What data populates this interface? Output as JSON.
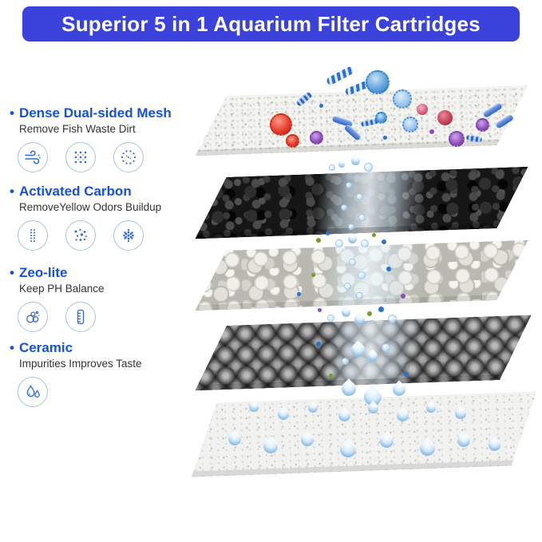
{
  "banner": {
    "title": "Superior 5 in 1 Aquarium Filter Cartridges"
  },
  "sections": [
    {
      "bullet": "•",
      "title": "Dense Dual-sided Mesh",
      "subtitle": "Remove Fish Waste Dirt",
      "icons": [
        "airflow-icon",
        "mesh-particles-icon",
        "dotted-circle-icon"
      ]
    },
    {
      "bullet": "•",
      "title": "Activated Carbon",
      "subtitle": "RemoveYellow  Odors  Buildup",
      "icons": [
        "carbon-column-icon",
        "dots-scatter-icon",
        "carbon-cluster-icon"
      ]
    },
    {
      "bullet": "•",
      "title": "Zeo-lite",
      "subtitle": "Keep PH Balance",
      "icons": [
        "bubbles-icon",
        "ph-scale-icon"
      ]
    },
    {
      "bullet": "•",
      "title": "Ceramic",
      "subtitle": "Impurities  Improves Taste",
      "icons": [
        "water-drops-icon"
      ]
    }
  ],
  "colors": {
    "banner_bg": "#3a42db",
    "heading_blue": "#1452d8",
    "icon_blue": "#2f6bd8",
    "subtitle_gray": "#333333",
    "drop_blue": "#9ccbeb"
  }
}
